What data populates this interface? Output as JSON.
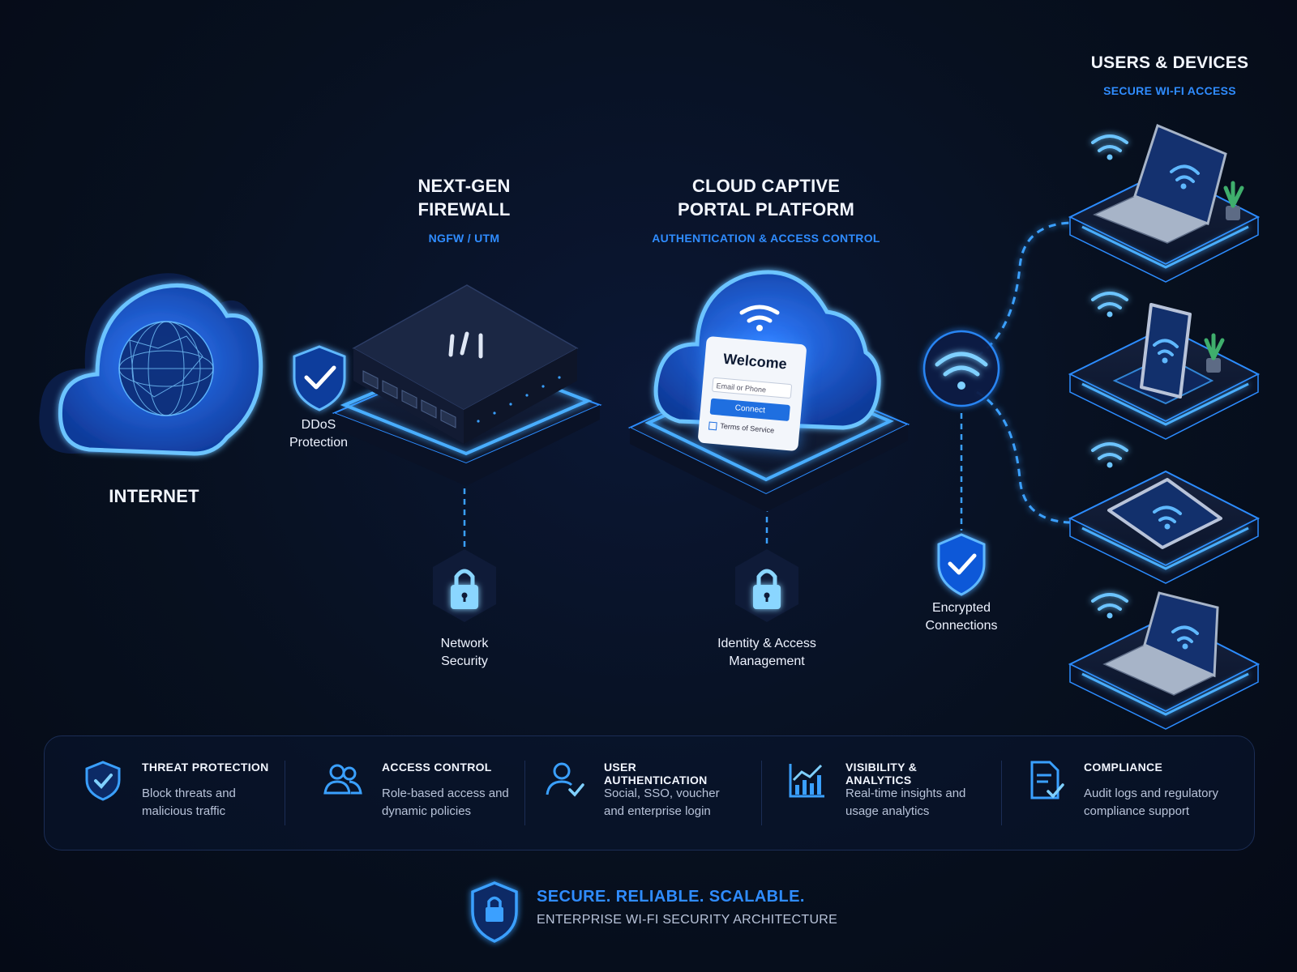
{
  "internet": {
    "label": "INTERNET"
  },
  "ddos": {
    "label_line1": "DDoS",
    "label_line2": "Protection"
  },
  "firewall": {
    "title_line1": "NEXT-GEN",
    "title_line2": "FIREWALL",
    "subtitle": "NGFW / UTM"
  },
  "portal": {
    "title_line1": "CLOUD CAPTIVE",
    "title_line2": "PORTAL PLATFORM",
    "subtitle": "AUTHENTICATION & ACCESS CONTROL",
    "card": {
      "welcome": "Welcome",
      "input_placeholder": "Email or Phone",
      "button": "Connect",
      "terms": "Terms of Service"
    }
  },
  "users": {
    "title": "USERS & DEVICES",
    "subtitle": "SECURE WI-FI ACCESS"
  },
  "network_security": {
    "line1": "Network",
    "line2": "Security"
  },
  "iam": {
    "line1": "Identity & Access",
    "line2": "Management"
  },
  "encrypted": {
    "line1": "Encrypted",
    "line2": "Connections"
  },
  "features": [
    {
      "icon": "shield-check-icon",
      "title": "THREAT PROTECTION",
      "desc_line1": "Block threats and",
      "desc_line2": "malicious traffic"
    },
    {
      "icon": "users-icon",
      "title": "ACCESS CONTROL",
      "desc_line1": "Role-based access and",
      "desc_line2": "dynamic policies"
    },
    {
      "icon": "user-check-icon",
      "title": "USER AUTHENTICATION",
      "desc_line1": "Social, SSO, voucher",
      "desc_line2": "and enterprise login"
    },
    {
      "icon": "chart-icon",
      "title": "VISIBILITY & ANALYTICS",
      "desc_line1": "Real-time insights and",
      "desc_line2": "usage analytics"
    },
    {
      "icon": "document-check-icon",
      "title": "COMPLIANCE",
      "desc_line1": "Audit logs and regulatory",
      "desc_line2": "compliance support"
    }
  ],
  "footer": {
    "title": "SECURE. RELIABLE. SCALABLE.",
    "subtitle": "ENTERPRISE WI-FI SECURITY ARCHITECTURE"
  },
  "colors": {
    "accent": "#2f8cff",
    "glow": "#3aa0ff",
    "background": "#07101f",
    "panel": "#0e1a36"
  }
}
